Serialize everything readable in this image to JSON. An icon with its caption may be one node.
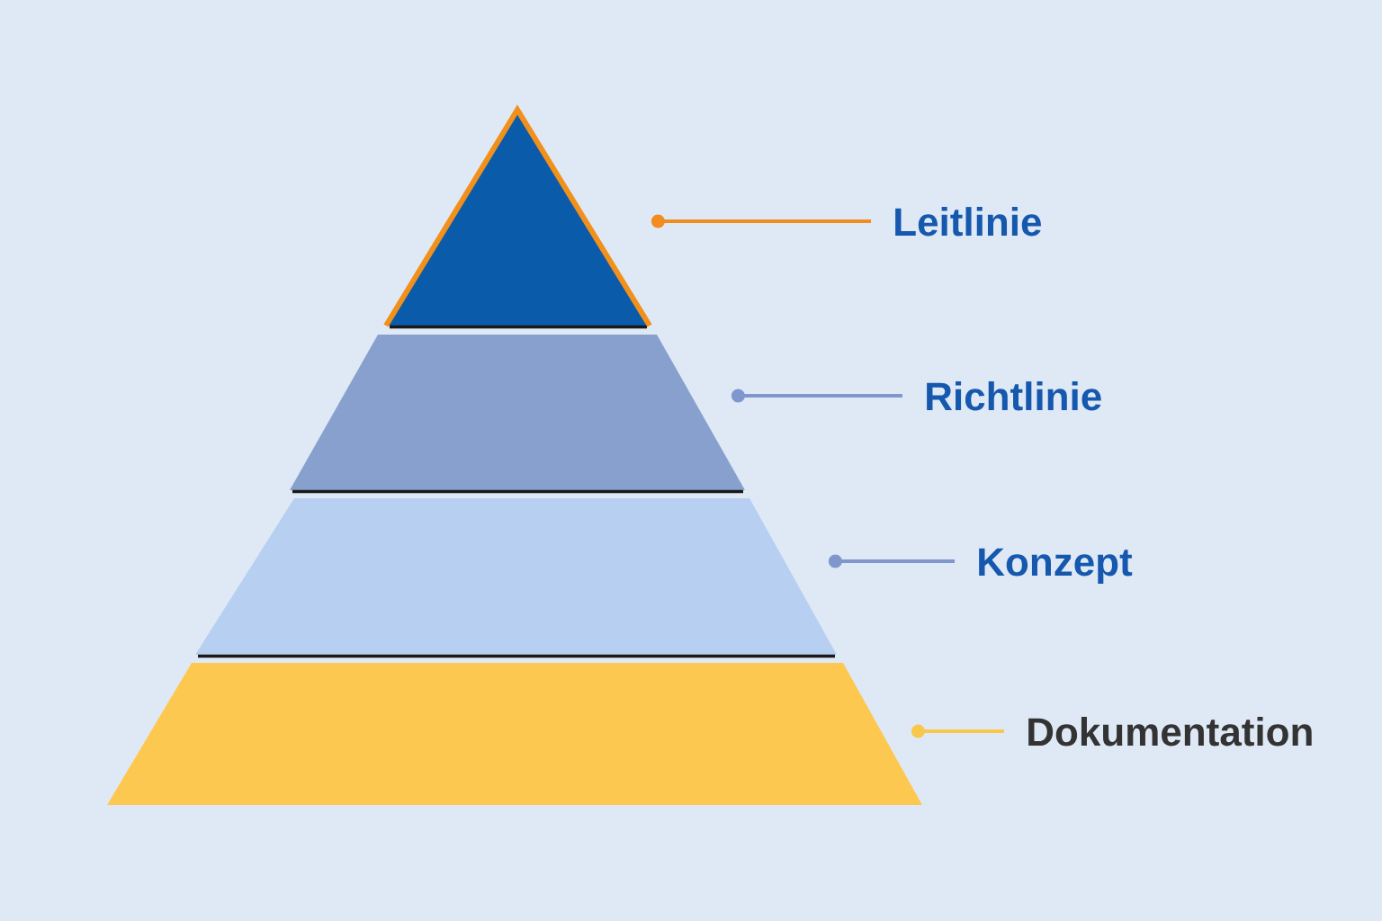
{
  "diagram": {
    "nodes": [
      {
        "text": [],
        "shape": "triangle"
      },
      {
        "text": [],
        "shape": "trapezoid"
      },
      {
        "text": [],
        "shape": "trapezoid"
      },
      {
        "text": [],
        "shape": "trapezoid"
      },
      {
        "text": [
          "Leitlinie"
        ]
      },
      {
        "text": [
          "Richtlinie"
        ]
      },
      {
        "text": [
          "Konzept"
        ]
      },
      {
        "text": [
          "Dokumentation"
        ]
      }
    ],
    "edges": [
      {
        "from": 4,
        "to": 0,
        "arrow": "other",
        "color": "#f28c1e"
      },
      {
        "from": 5,
        "to": 1,
        "arrow": "other"
      },
      {
        "from": 6,
        "to": 2,
        "arrow": "other"
      },
      {
        "from": 7,
        "to": 3,
        "arrow": "other",
        "color": "#f9c84b"
      }
    ]
  }
}
